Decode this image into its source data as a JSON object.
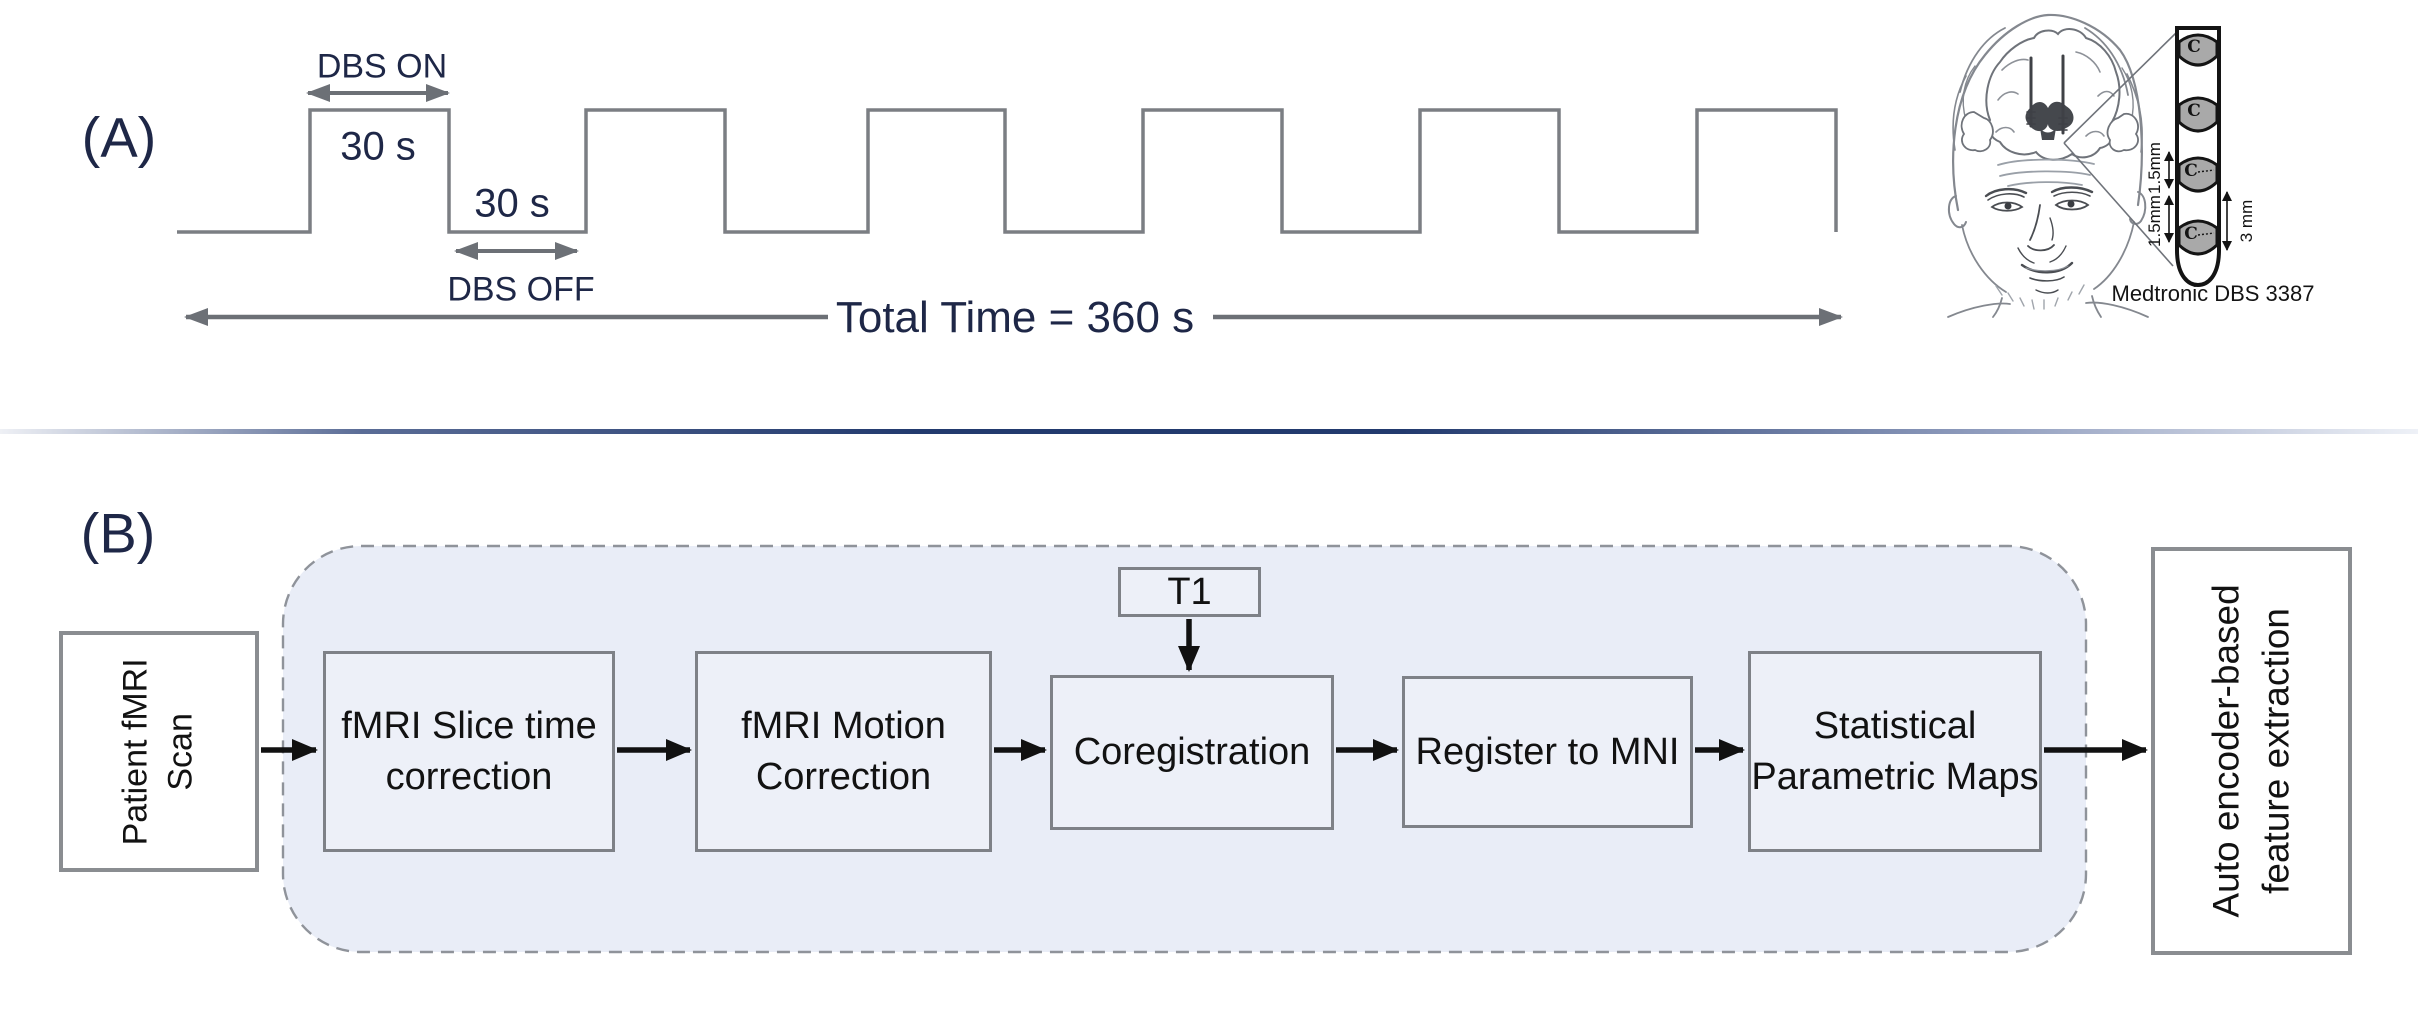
{
  "figure": {
    "panel_a": {
      "label": "(A)",
      "dbs_on": "DBS ON",
      "on_duration": "30 s",
      "off_duration": "30 s",
      "dbs_off": "DBS OFF",
      "total_time": "Total Time = 360 s",
      "waveform": {
        "type": "square-wave block design",
        "on_seconds": 30,
        "off_seconds": 30,
        "cycles_shown": 6,
        "total_seconds": 360
      },
      "electrode": {
        "contact": "C",
        "spacing_top": "1.5mm",
        "spacing_bottom": "1.5mm",
        "span": "3 mm",
        "device": "Medtronic DBS 3387"
      }
    },
    "panel_b": {
      "label": "(B)",
      "input": {
        "line1": "Patient fMRI",
        "line2": "Scan"
      },
      "t1": "T1",
      "steps": [
        {
          "line1": "fMRI Slice time",
          "line2": "correction"
        },
        {
          "line1": "fMRI Motion",
          "line2": "Correction"
        },
        {
          "line1": "Coregistration"
        },
        {
          "line1": "Register to MNI"
        },
        {
          "line1": "Statistical",
          "line2": "Parametric Maps"
        }
      ],
      "output": {
        "line1": "Auto encoder-based",
        "line2": "feature extraction"
      }
    },
    "colors": {
      "navy_text": "#1e2747",
      "wave_gray": "#7b7e83",
      "arrow_gray": "#6c7076",
      "divider_navy": "#223a6e",
      "box_fill": "#edf0f8",
      "container_fill": "#e9edf7",
      "dash_border": "#8f939a"
    }
  }
}
